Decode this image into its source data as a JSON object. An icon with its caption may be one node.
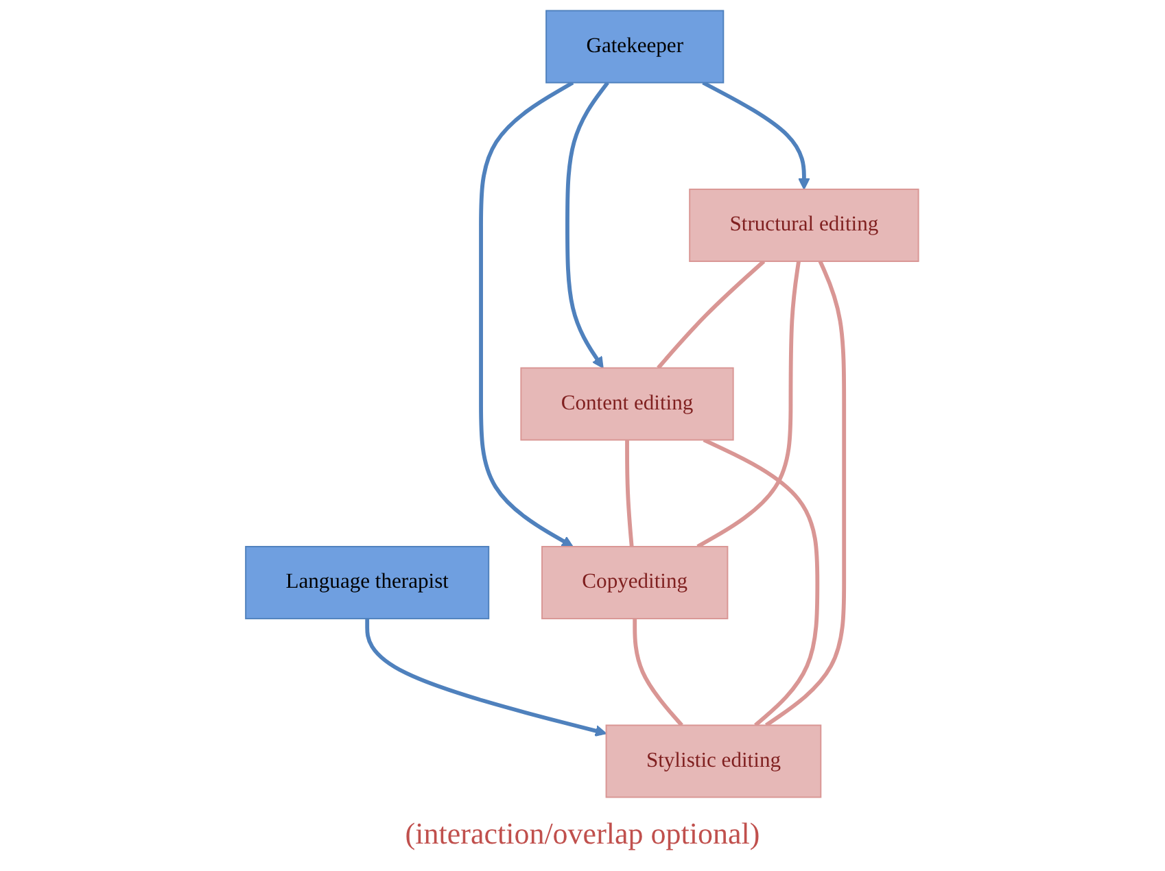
{
  "diagram": {
    "nodes": [
      {
        "text": [
          "Gatekeeper"
        ]
      },
      {
        "text": [
          "Language therapist"
        ]
      },
      {
        "text": [
          "Structural editing"
        ]
      },
      {
        "text": [
          "Content editing"
        ]
      },
      {
        "text": [
          "Copyediting"
        ]
      },
      {
        "text": [
          "Stylistic editing"
        ]
      }
    ],
    "edges": [
      {
        "from": 0,
        "to": 2,
        "arrow": "to",
        "color": "#4f81bd"
      },
      {
        "from": 0,
        "to": 3,
        "arrow": "to",
        "color": "#4f81bd"
      },
      {
        "from": 0,
        "to": 4,
        "arrow": "to",
        "color": "#4f81bd"
      },
      {
        "from": 1,
        "to": 5,
        "arrow": "to",
        "color": "#4f81bd"
      },
      {
        "from": 2,
        "to": 3,
        "arrow": "none"
      },
      {
        "from": 3,
        "to": 4,
        "arrow": "none"
      },
      {
        "from": 4,
        "to": 5,
        "arrow": "none"
      },
      {
        "from": 2,
        "to": 4,
        "arrow": "none"
      },
      {
        "from": 3,
        "to": 5,
        "arrow": "none"
      },
      {
        "from": 2,
        "to": 5,
        "arrow": "none"
      }
    ],
    "labels": [
      "(interaction/overlap optional)"
    ]
  }
}
